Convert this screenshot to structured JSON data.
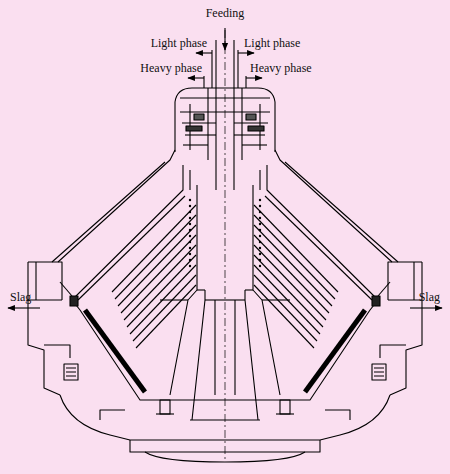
{
  "diagram": {
    "labels": [
      "Feeding",
      "Light phase",
      "Light phase",
      "Heavy phase",
      "Heavy phase",
      "Slag",
      "Slag"
    ]
  }
}
